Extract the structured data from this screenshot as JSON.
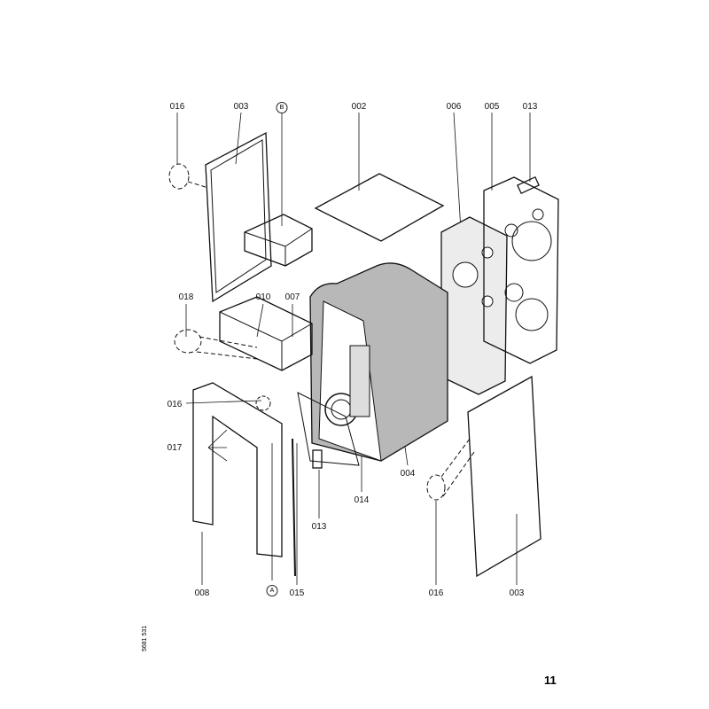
{
  "labels": {
    "l016a": "016",
    "l003a": "003",
    "lB": "B",
    "l002": "002",
    "l006": "006",
    "l005": "005",
    "l013a": "013",
    "l018": "018",
    "l010": "010",
    "l007": "007",
    "l016b": "016",
    "l017": "017",
    "l004": "004",
    "l014": "014",
    "l013b": "013",
    "l016c": "016",
    "l003b": "003",
    "l008": "008",
    "lA": "A",
    "l015": "015"
  },
  "page_number": "11",
  "doc_number": "5681 531"
}
